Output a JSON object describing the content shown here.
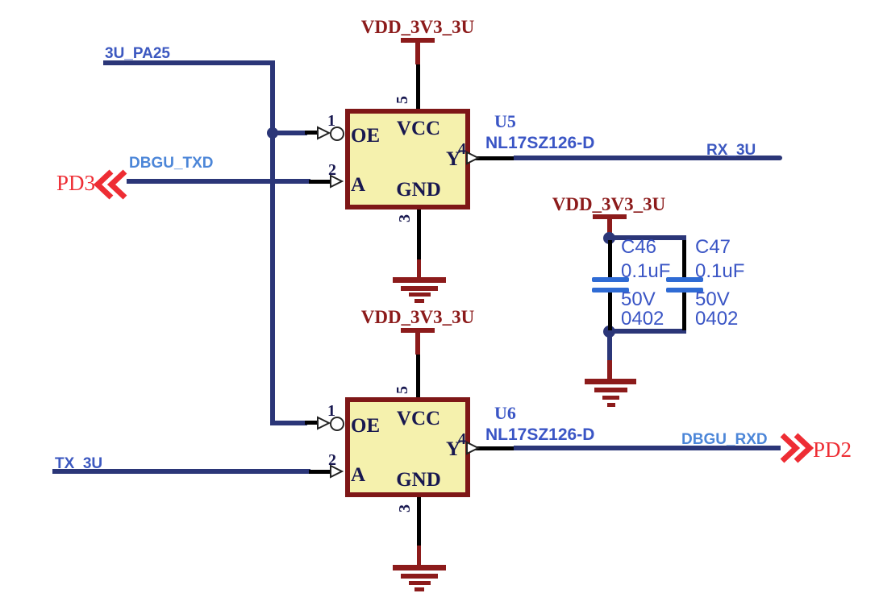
{
  "power_net_label": "VDD_3V3_3U",
  "nets": {
    "pa25": "3U_PA25",
    "dbgu_txd": "DBGU_TXD",
    "rx3u": "RX_3U",
    "tx3u": "TX_3U",
    "dbgu_rxd": "DBGU_RXD"
  },
  "ports": {
    "pd3": "PD3",
    "pd2": "PD2"
  },
  "ics": {
    "u5": {
      "designator": "U5",
      "part": "NL17SZ126-D"
    },
    "u6": {
      "designator": "U6",
      "part": "NL17SZ126-D"
    }
  },
  "pin_names": {
    "oe": "OE",
    "a": "A",
    "y": "Y",
    "vcc": "VCC",
    "gnd": "GND"
  },
  "pin_numbers": {
    "n1": "1",
    "n2": "2",
    "n3": "3",
    "n4": "4",
    "n5": "5"
  },
  "capacitors": {
    "c46": {
      "designator": "C46",
      "value": "0.1uF",
      "voltage": "50V",
      "package": "0402"
    },
    "c47": {
      "designator": "C47",
      "value": "0.1uF",
      "voltage": "50V",
      "package": "0402"
    }
  },
  "colors": {
    "wire": "#2b3678",
    "pin": "#000000",
    "power_ground": "#8c1b1b",
    "ic_fill": "#f5f1ad",
    "ic_border": "#7e1717",
    "net_label": "#3c58c0",
    "net_label_light": "#4c86d8",
    "designator": "#3a55c5",
    "port": "#ee2d34",
    "pin_text": "#181850",
    "cap_symbol": "#2f6bd4"
  }
}
